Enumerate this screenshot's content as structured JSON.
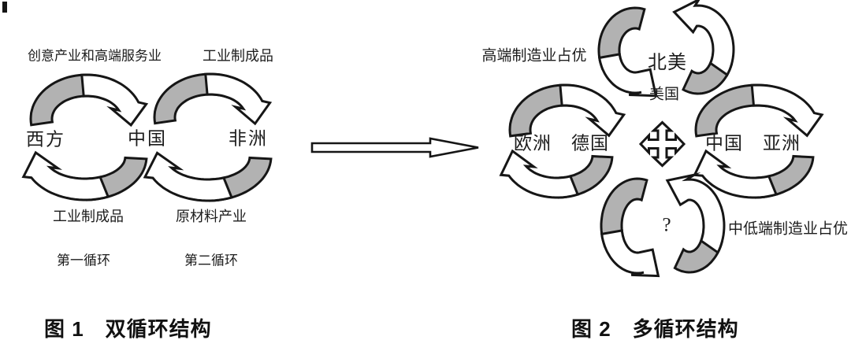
{
  "figure1": {
    "caption": "图 1　双循环结构",
    "top_labels": [
      "创意产业和高端服务业",
      "工业制成品"
    ],
    "nodes": [
      "西方",
      "中国",
      "非洲"
    ],
    "bottom_labels": [
      "工业制成品",
      "原材料产业"
    ],
    "cycle_labels": [
      "第一循环",
      "第二循环"
    ]
  },
  "figure2": {
    "caption": "图 2　多循环结构",
    "top_left_label": "高端制造业占优",
    "top_loop": {
      "inner_label": "北美",
      "bottom_label": "美国"
    },
    "left_loop_nodes": [
      "欧洲",
      "德国"
    ],
    "right_loop_nodes": [
      "中国",
      "亚洲"
    ],
    "bottom_loop": {
      "inner_label": "?",
      "right_label": "中低端制造业占优"
    }
  },
  "colors": {
    "arrow_gray": "#b2b2b2",
    "outline": "#161616",
    "background": "#ffffff"
  }
}
